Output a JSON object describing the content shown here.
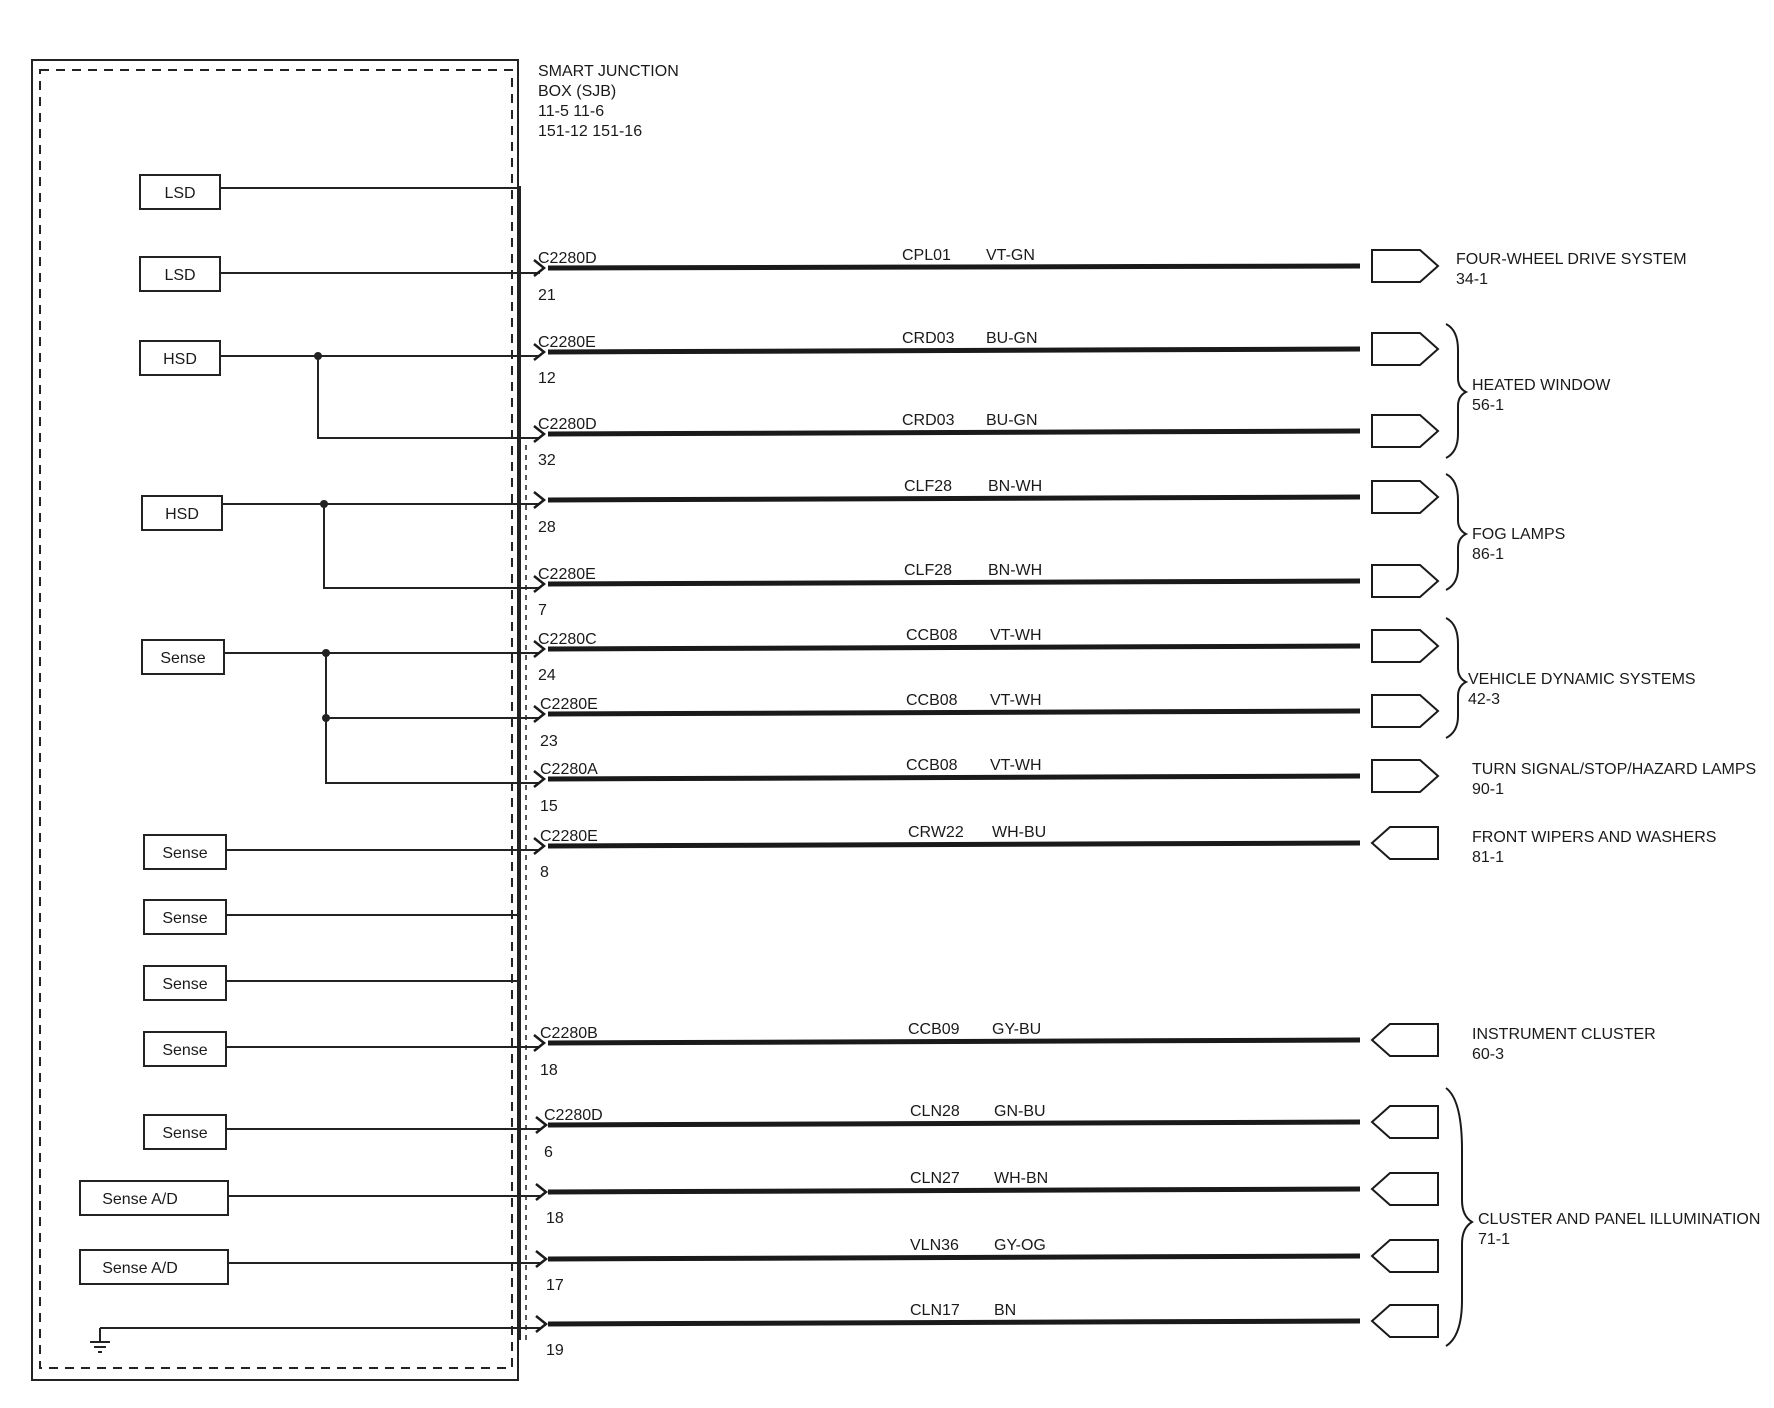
{
  "header": {
    "line1": "SMART   JUNCTION",
    "line2": "BOX (SJB)",
    "line3": "11-5      11-6",
    "line4": "151-12      151-16"
  },
  "modules": [
    "LSD",
    "LSD",
    "HSD",
    "HSD",
    "Sense",
    "Sense",
    "Sense",
    "Sense",
    "Sense",
    "Sense",
    "Sense A/D",
    "Sense A/D"
  ],
  "wires": [
    {
      "connector": "C2280D",
      "pin": "21",
      "circuit": "CPL01",
      "color": "VT-GN"
    },
    {
      "connector": "C2280E",
      "pin": "12",
      "circuit": "CRD03",
      "color": "BU-GN"
    },
    {
      "connector": "C2280D",
      "pin": "32",
      "circuit": "CRD03",
      "color": "BU-GN"
    },
    {
      "connector": "",
      "pin": "28",
      "circuit": "CLF28",
      "color": "BN-WH"
    },
    {
      "connector": "C2280E",
      "pin": "7",
      "circuit": "CLF28",
      "color": "BN-WH"
    },
    {
      "connector": "C2280C",
      "pin": "24",
      "circuit": "CCB08",
      "color": "VT-WH"
    },
    {
      "connector": "C2280E",
      "pin": "23",
      "circuit": "CCB08",
      "color": "VT-WH"
    },
    {
      "connector": "C2280A",
      "pin": "15",
      "circuit": "CCB08",
      "color": "VT-WH"
    },
    {
      "connector": "C2280E",
      "pin": "8",
      "circuit": "CRW22",
      "color": "WH-BU"
    },
    {
      "connector": "C2280B",
      "pin": "18",
      "circuit": "CCB09",
      "color": "GY-BU"
    },
    {
      "connector": "C2280D",
      "pin": "6",
      "circuit": "CLN28",
      "color": "GN-BU"
    },
    {
      "connector": "",
      "pin": "18",
      "circuit": "CLN27",
      "color": "WH-BN"
    },
    {
      "connector": "",
      "pin": "17",
      "circuit": "VLN36",
      "color": "GY-OG"
    },
    {
      "connector": "",
      "pin": "19",
      "circuit": "CLN17",
      "color": "BN"
    }
  ],
  "destinations": [
    {
      "name": "FOUR-WHEEL DRIVE SYSTEM",
      "ref": "34-1"
    },
    {
      "name": "HEATED WINDOW",
      "ref": "56-1"
    },
    {
      "name": "FOG LAMPS",
      "ref": "86-1"
    },
    {
      "name": "VEHICLE DYNAMIC SYSTEMS",
      "ref": "42-3"
    },
    {
      "name": "TURN SIGNAL/STOP/HAZARD LAMPS",
      "ref": "90-1"
    },
    {
      "name": "FRONT WIPERS AND WASHERS",
      "ref": "81-1"
    },
    {
      "name": "INSTRUMENT CLUSTER",
      "ref": "60-3"
    },
    {
      "name": "CLUSTER AND PANEL ILLUMINATION",
      "ref": "71-1"
    }
  ]
}
